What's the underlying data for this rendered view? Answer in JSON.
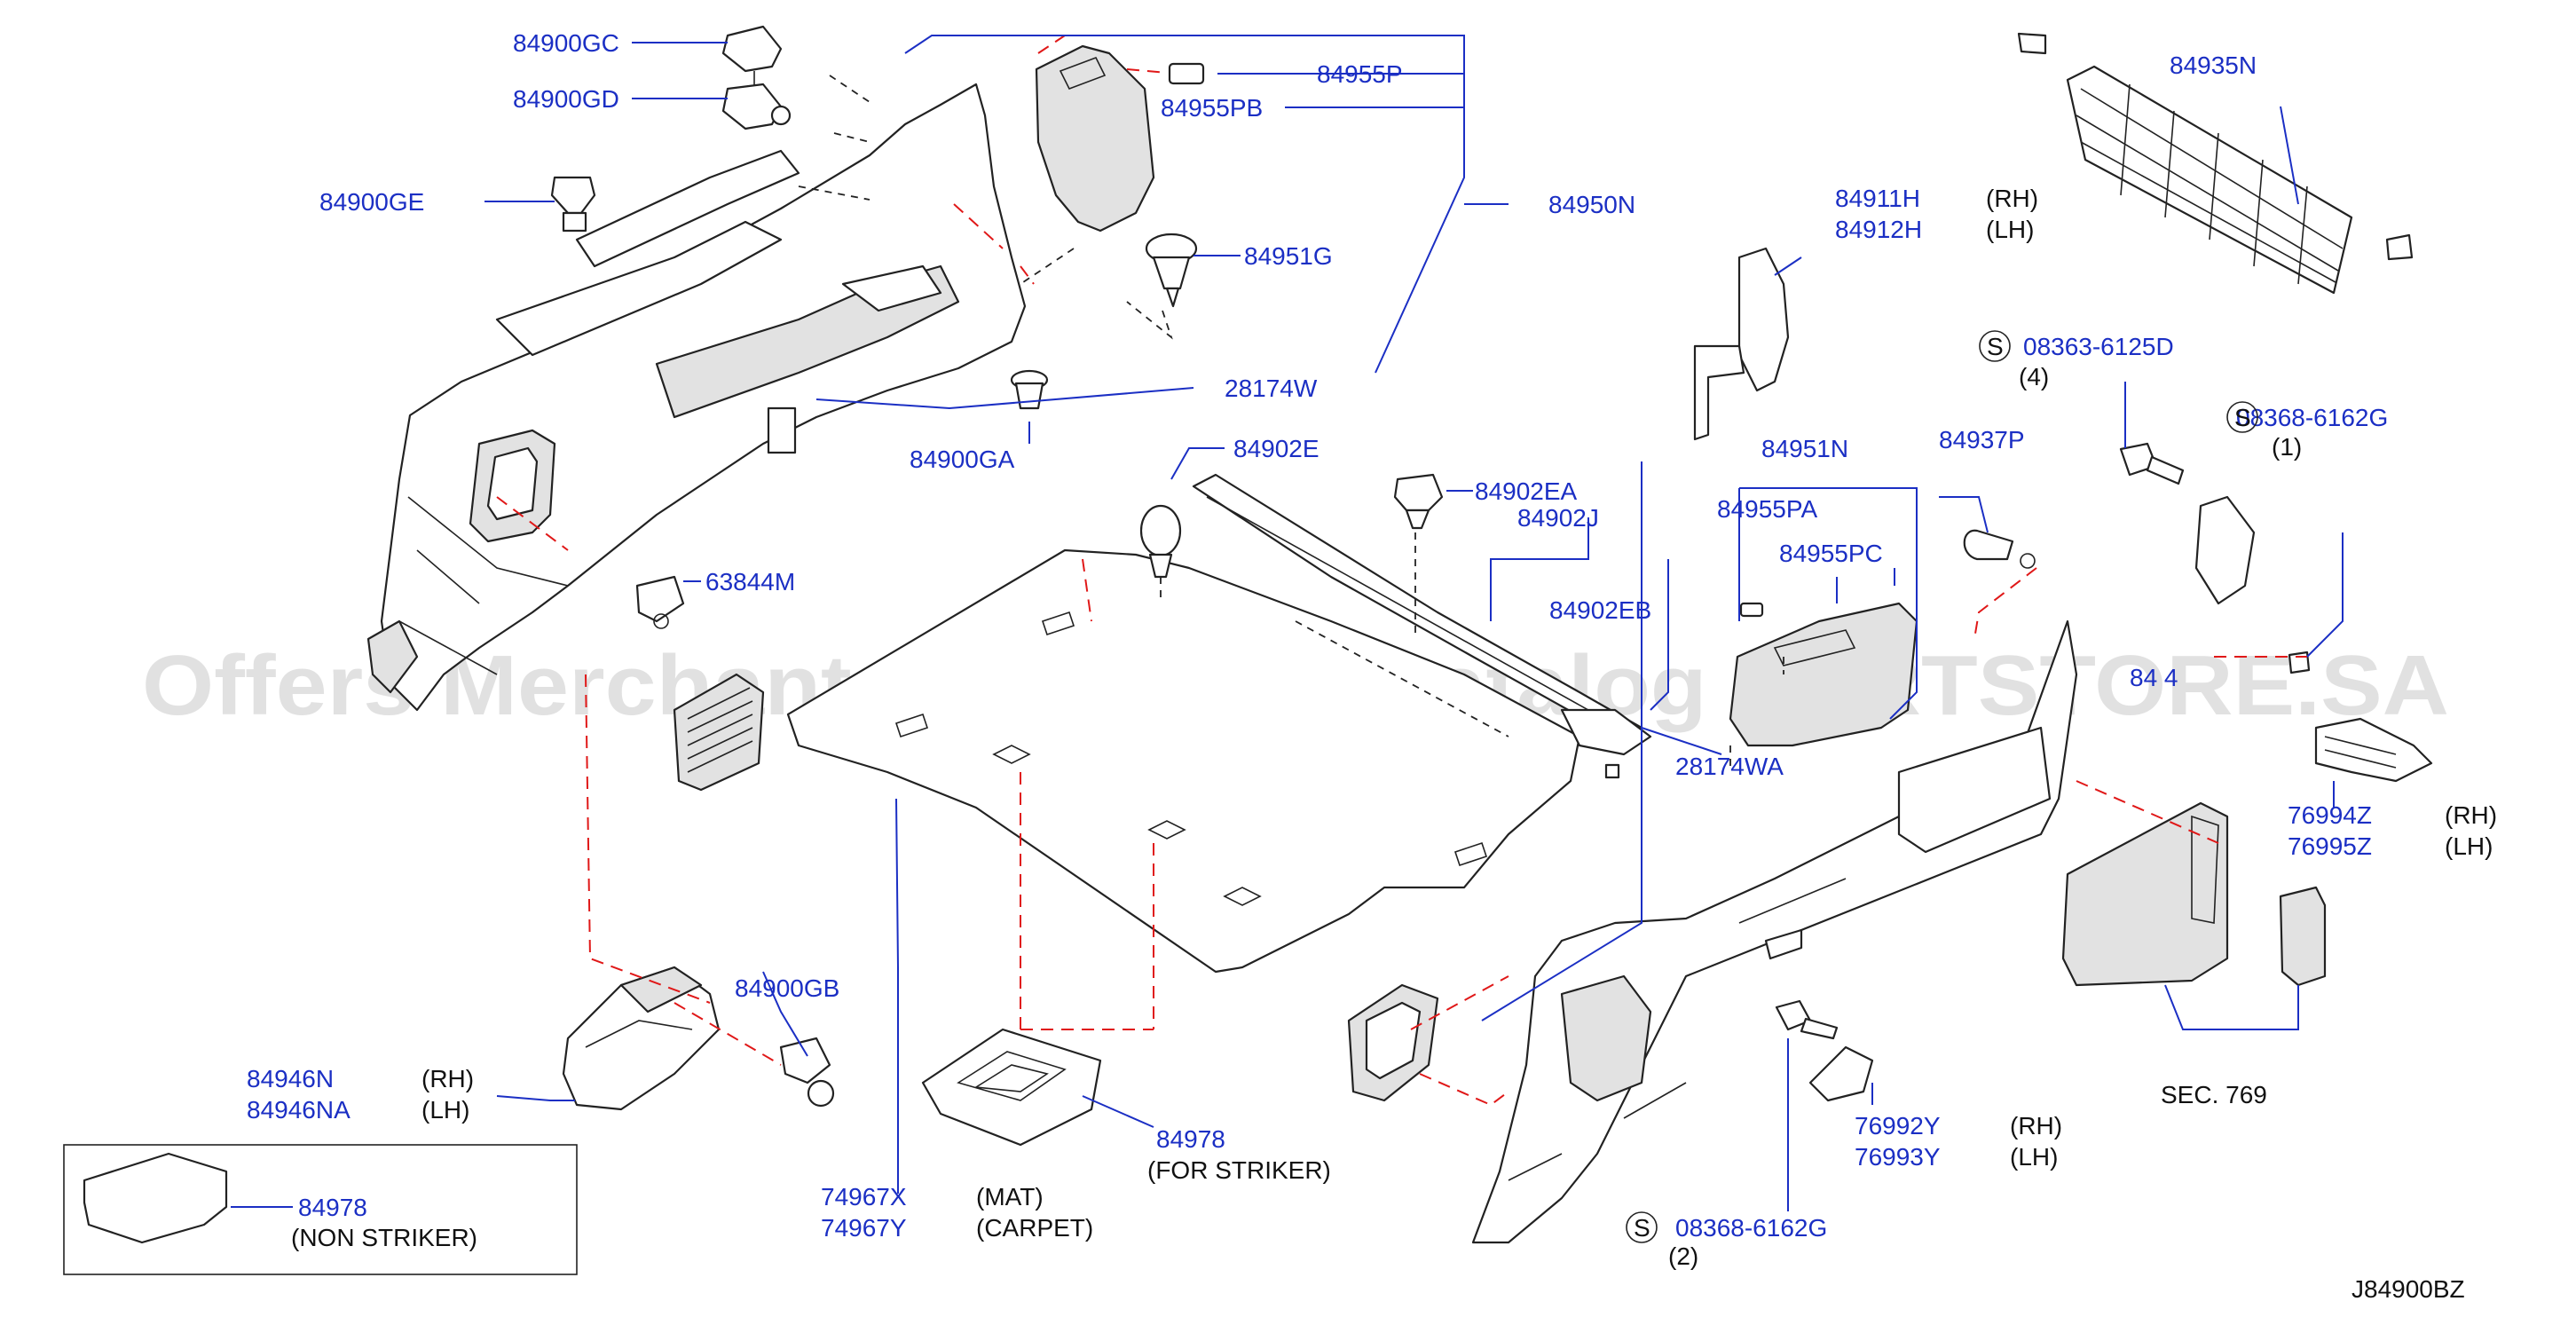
{
  "watermark": "Offers Merchant Auto Parts Catalog PARTSTORE.SA",
  "diagram_code": "J84900BZ",
  "colors": {
    "part_number": "#1b2fc4",
    "leader": "#1b2fc4",
    "hidden_line": "#e01818",
    "line_art": "#222222"
  },
  "labels": {
    "p84900GC": "84900GC",
    "p84900GD": "84900GD",
    "p84900GE": "84900GE",
    "p84955P": "84955P",
    "p84955PB": "84955PB",
    "p84950N": "84950N",
    "p84951G": "84951G",
    "p28174W": "28174W",
    "p84900GA": "84900GA",
    "p63844M": "63844M",
    "p84902E": "84902E",
    "p84902EA": "84902EA",
    "p84902J": "84902J",
    "p84902EB": "84902EB",
    "p28174WA": "28174WA",
    "p84911H": "84911H",
    "p84912H": "84912H",
    "p84935N": "84935N",
    "p08363_6125D": "08363-6125D",
    "p08368_6162G_a": "08368-6162G",
    "p84951N": "84951N",
    "p84937P": "84937P",
    "p84955PA": "84955PA",
    "p84955PC": "84955PC",
    "p84_4": "84 4",
    "p76994Z": "76994Z",
    "p76995Z": "76995Z",
    "p84900GB": "84900GB",
    "p84946N": "84946N",
    "p84946NA": "84946NA",
    "p84978_striker": "84978",
    "p84978_non": "84978",
    "p74967X": "74967X",
    "p74967Y": "74967Y",
    "p76992Y": "76992Y",
    "p76993Y": "76993Y",
    "p08368_6162G_b": "08368-6162G"
  },
  "notes": {
    "rh": "(RH)",
    "lh": "(LH)",
    "qty4": "(4)",
    "qty1": "(1)",
    "qty2": "(2)",
    "s": "S",
    "mat": "(MAT)",
    "carpet": "(CARPET)",
    "for_striker": "(FOR   STRIKER)",
    "non_striker": "(NON   STRIKER)",
    "sec769": "SEC.   769"
  }
}
